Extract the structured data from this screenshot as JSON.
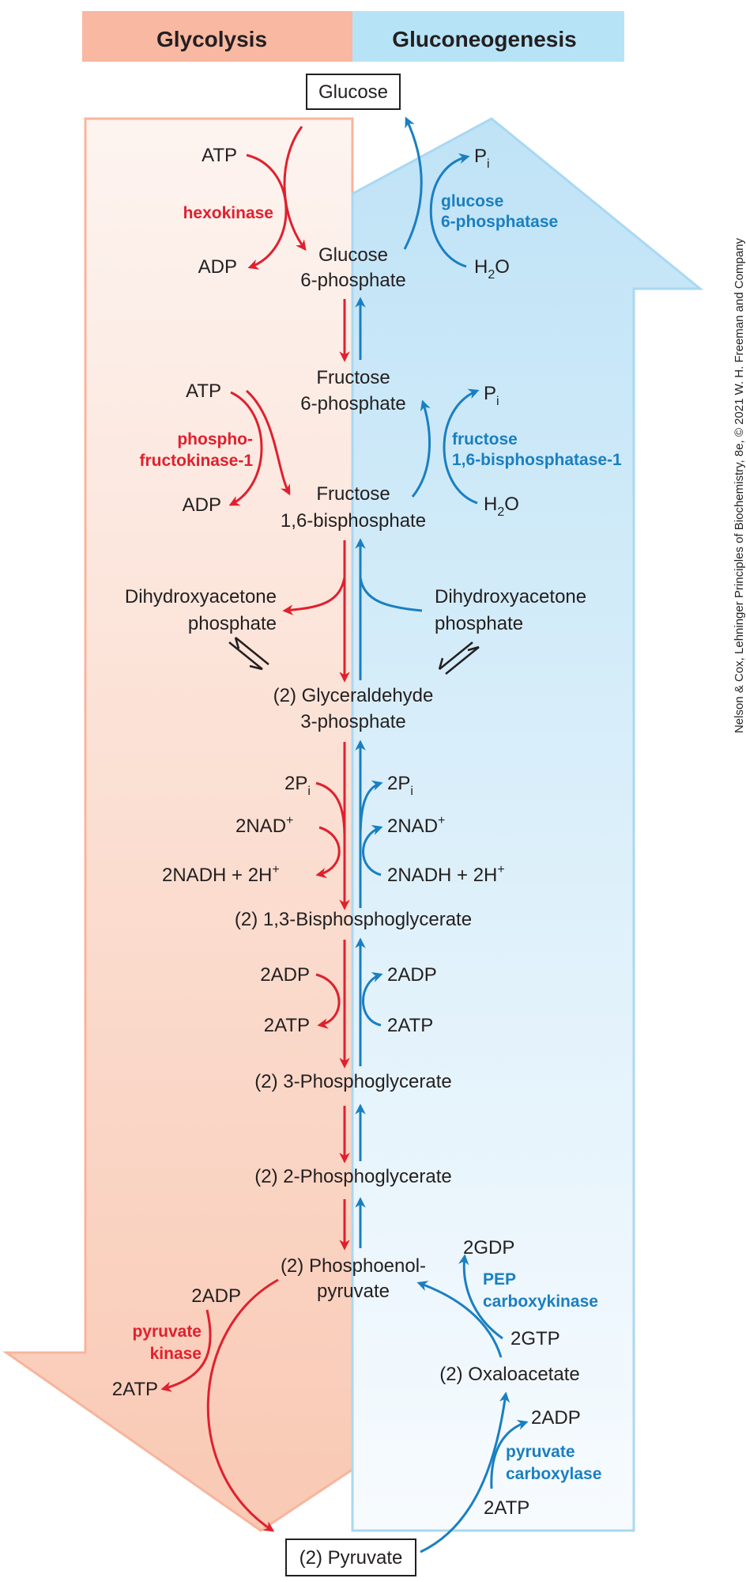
{
  "header": {
    "left": "Glycolysis",
    "right": "Gluconeogenesis"
  },
  "credit": "Nelson & Cox, Lehninger Principles of Biochemistry, 8e, © 2021 W. H. Freeman and Company",
  "colors": {
    "glycolysis": "#e0202e",
    "gluconeogenesis": "#1a7fc1",
    "glycolysis_header": "#f8b8a2",
    "gluconeogenesis_header": "#b7e3f7"
  },
  "metabolites": {
    "glucose": "Glucose",
    "g6p_1": "Glucose",
    "g6p_2": "6-phosphate",
    "f6p_1": "Fructose",
    "f6p_2": "6-phosphate",
    "fbp_1": "Fructose",
    "fbp_2": "1,6-bisphosphate",
    "dhap_l1": "Dihydroxyacetone",
    "dhap_l2": "phosphate",
    "dhap_r1": "Dihydroxyacetone",
    "dhap_r2": "phosphate",
    "gap_1": "(2) Glyceraldehyde",
    "gap_2": "3-phosphate",
    "bpg": "(2) 1,3-Bisphosphoglycerate",
    "pg3": "(2) 3-Phosphoglycerate",
    "pg2": "(2) 2-Phosphoglycerate",
    "pep_1": "(2) Phosphoenol-",
    "pep_2": "pyruvate",
    "oaa": "(2) Oxaloacetate",
    "pyruvate": "(2) Pyruvate"
  },
  "cofactors": {
    "atp1": "ATP",
    "adp1": "ADP",
    "pi_base": "P",
    "pi_sub": "i",
    "h2o_h": "H",
    "h2o_2": "2",
    "h2o_o": "O",
    "atp2": "ATP",
    "adp2": "ADP",
    "pi2_base": "P",
    "pi2_sub": "i",
    "h2o2_h": "H",
    "h2o2_2": "2",
    "h2o2_o": "O",
    "p2i_l": "2P",
    "p2i_l_sub": "i",
    "nad_l": "2NAD",
    "nad_l_sup": "+",
    "nadh_l": "2NADH + 2H",
    "nadh_l_sup": "+",
    "p2i_r": "2P",
    "p2i_r_sub": "i",
    "nad_r": "2NAD",
    "nad_r_sup": "+",
    "nadh_r": "2NADH + 2H",
    "nadh_r_sup": "+",
    "adp2_l": "2ADP",
    "atp2_l": "2ATP",
    "adp2_r": "2ADP",
    "atp2_r": "2ATP",
    "adp_pk": "2ADP",
    "atp_pk": "2ATP",
    "gdp": "2GDP",
    "gtp": "2GTP",
    "adp_pc": "2ADP",
    "atp_pc": "2ATP"
  },
  "enzymes": {
    "hexokinase": "hexokinase",
    "g6pase_1": "glucose",
    "g6pase_2": "6-phosphatase",
    "pfk_1": "phospho-",
    "pfk_2": "fructokinase-1",
    "fbpase_1": "fructose",
    "fbpase_2": "1,6-bisphosphatase-1",
    "pk_1": "pyruvate",
    "pk_2": "kinase",
    "pepck_1": "PEP",
    "pepck_2": "carboxykinase",
    "pc_1": "pyruvate",
    "pc_2": "carboxylase"
  }
}
